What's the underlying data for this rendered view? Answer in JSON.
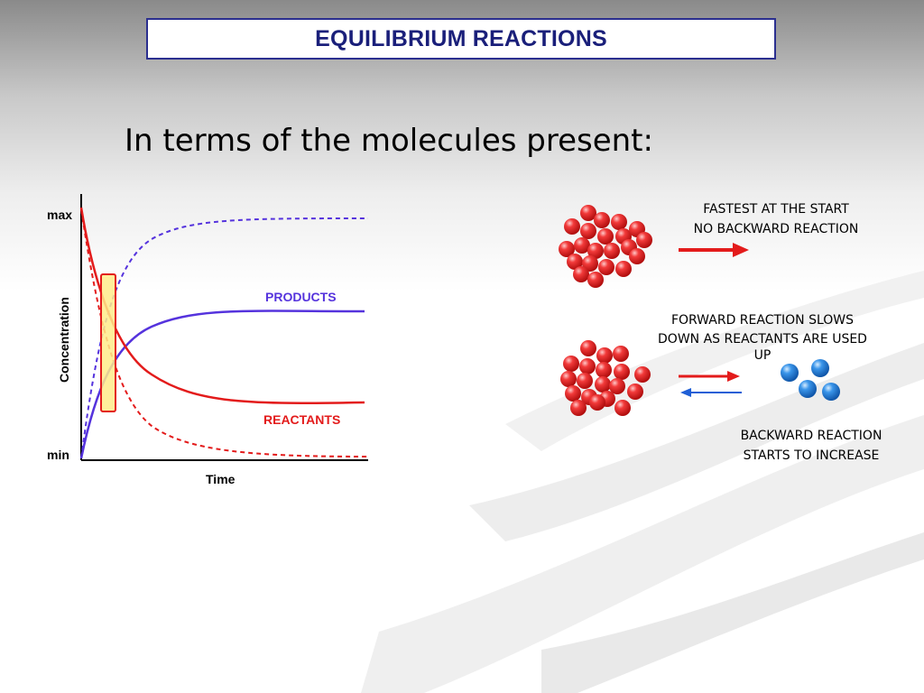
{
  "title": "EQUILIBRIUM REACTIONS",
  "subtitle": "In terms of the molecules present:",
  "graph": {
    "y_label": "Concentration",
    "y_max_label": "max",
    "y_min_label": "min",
    "x_label": "Time",
    "products_label": "PRODUCTS",
    "reactants_label": "REACTANTS"
  },
  "notes": {
    "fastest_line1": "FASTEST AT THE START",
    "fastest_line2": "NO BACKWARD REACTION",
    "forward_line1": "FORWARD REACTION SLOWS",
    "forward_line2": "DOWN AS REACTANTS ARE USED",
    "forward_line3": "UP",
    "backward_line1": "BACKWARD REACTION",
    "backward_line2": "STARTS TO INCREASE"
  },
  "colors": {
    "reactant": "#e31b1b",
    "product": "#5533dd",
    "molecule_red": "#e8201e",
    "molecule_blue": "#2a86e0",
    "title_border": "#2b2f8f"
  }
}
